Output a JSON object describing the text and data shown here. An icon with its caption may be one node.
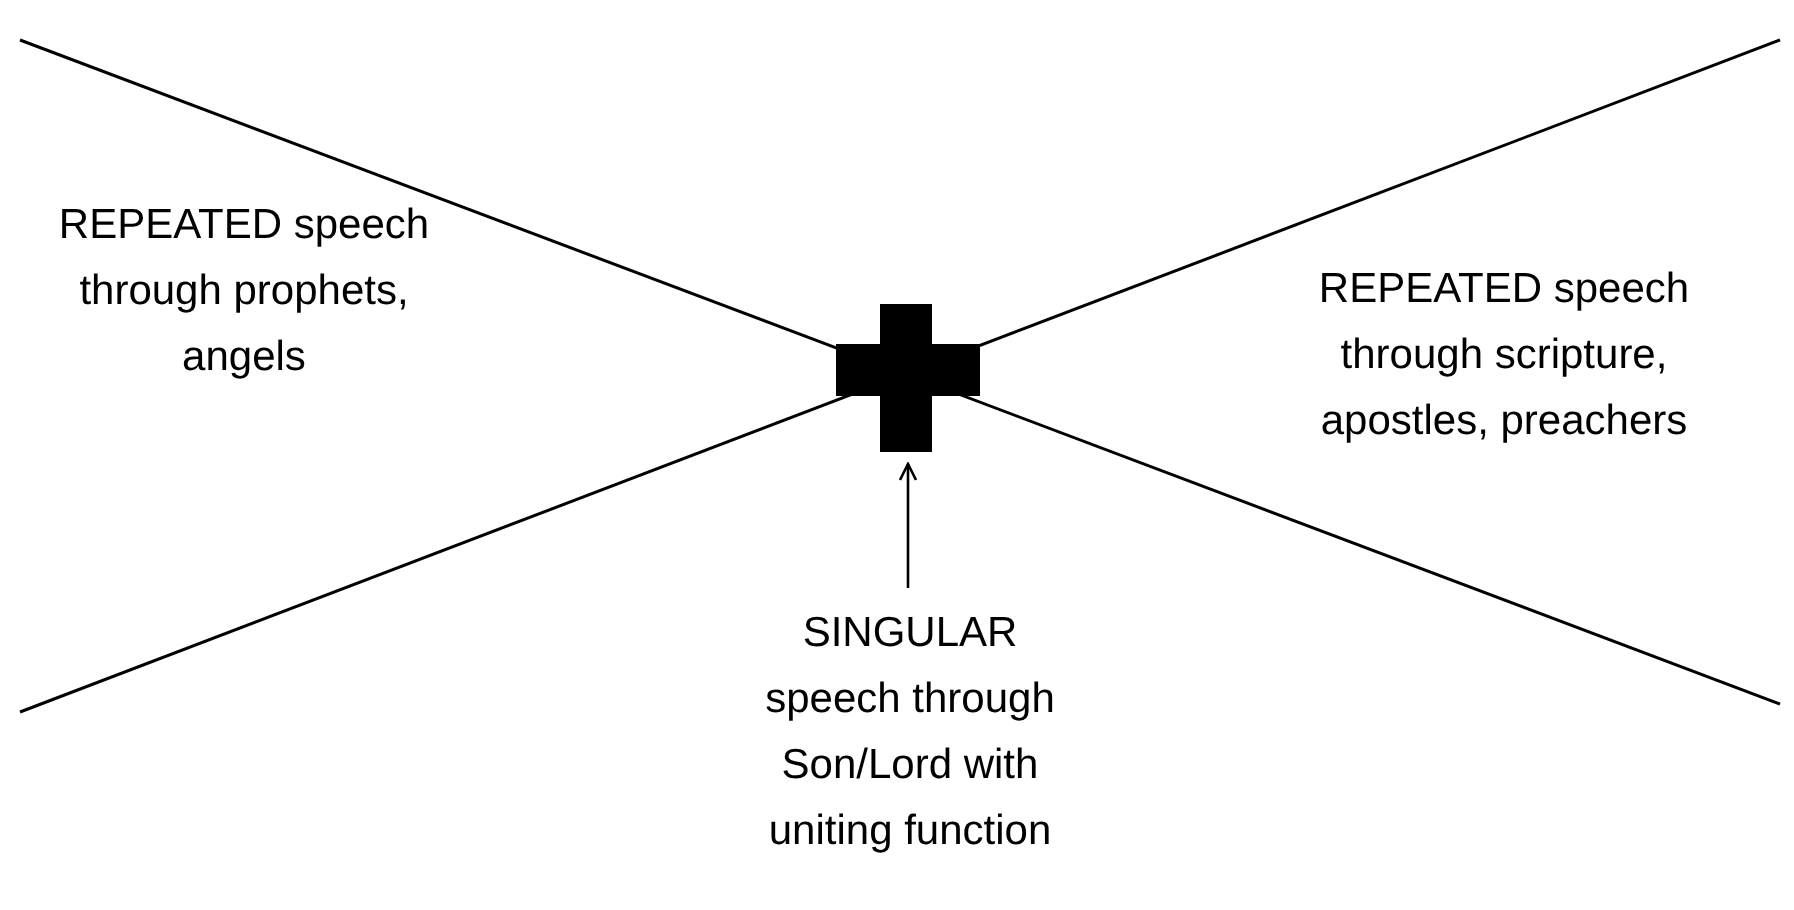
{
  "diagram": {
    "nodes": [
      {
        "text": [],
        "shape": "cross"
      },
      {
        "text": [
          "SINGULAR speech through Son/Lord with uniting function"
        ]
      }
    ],
    "edges": [
      {
        "from": 1,
        "to": 0,
        "arrow": "to"
      }
    ],
    "labels": [
      "REPEATED speech through prophets, angels",
      "REPEATED speech through scripture, apostles, preachers"
    ]
  }
}
